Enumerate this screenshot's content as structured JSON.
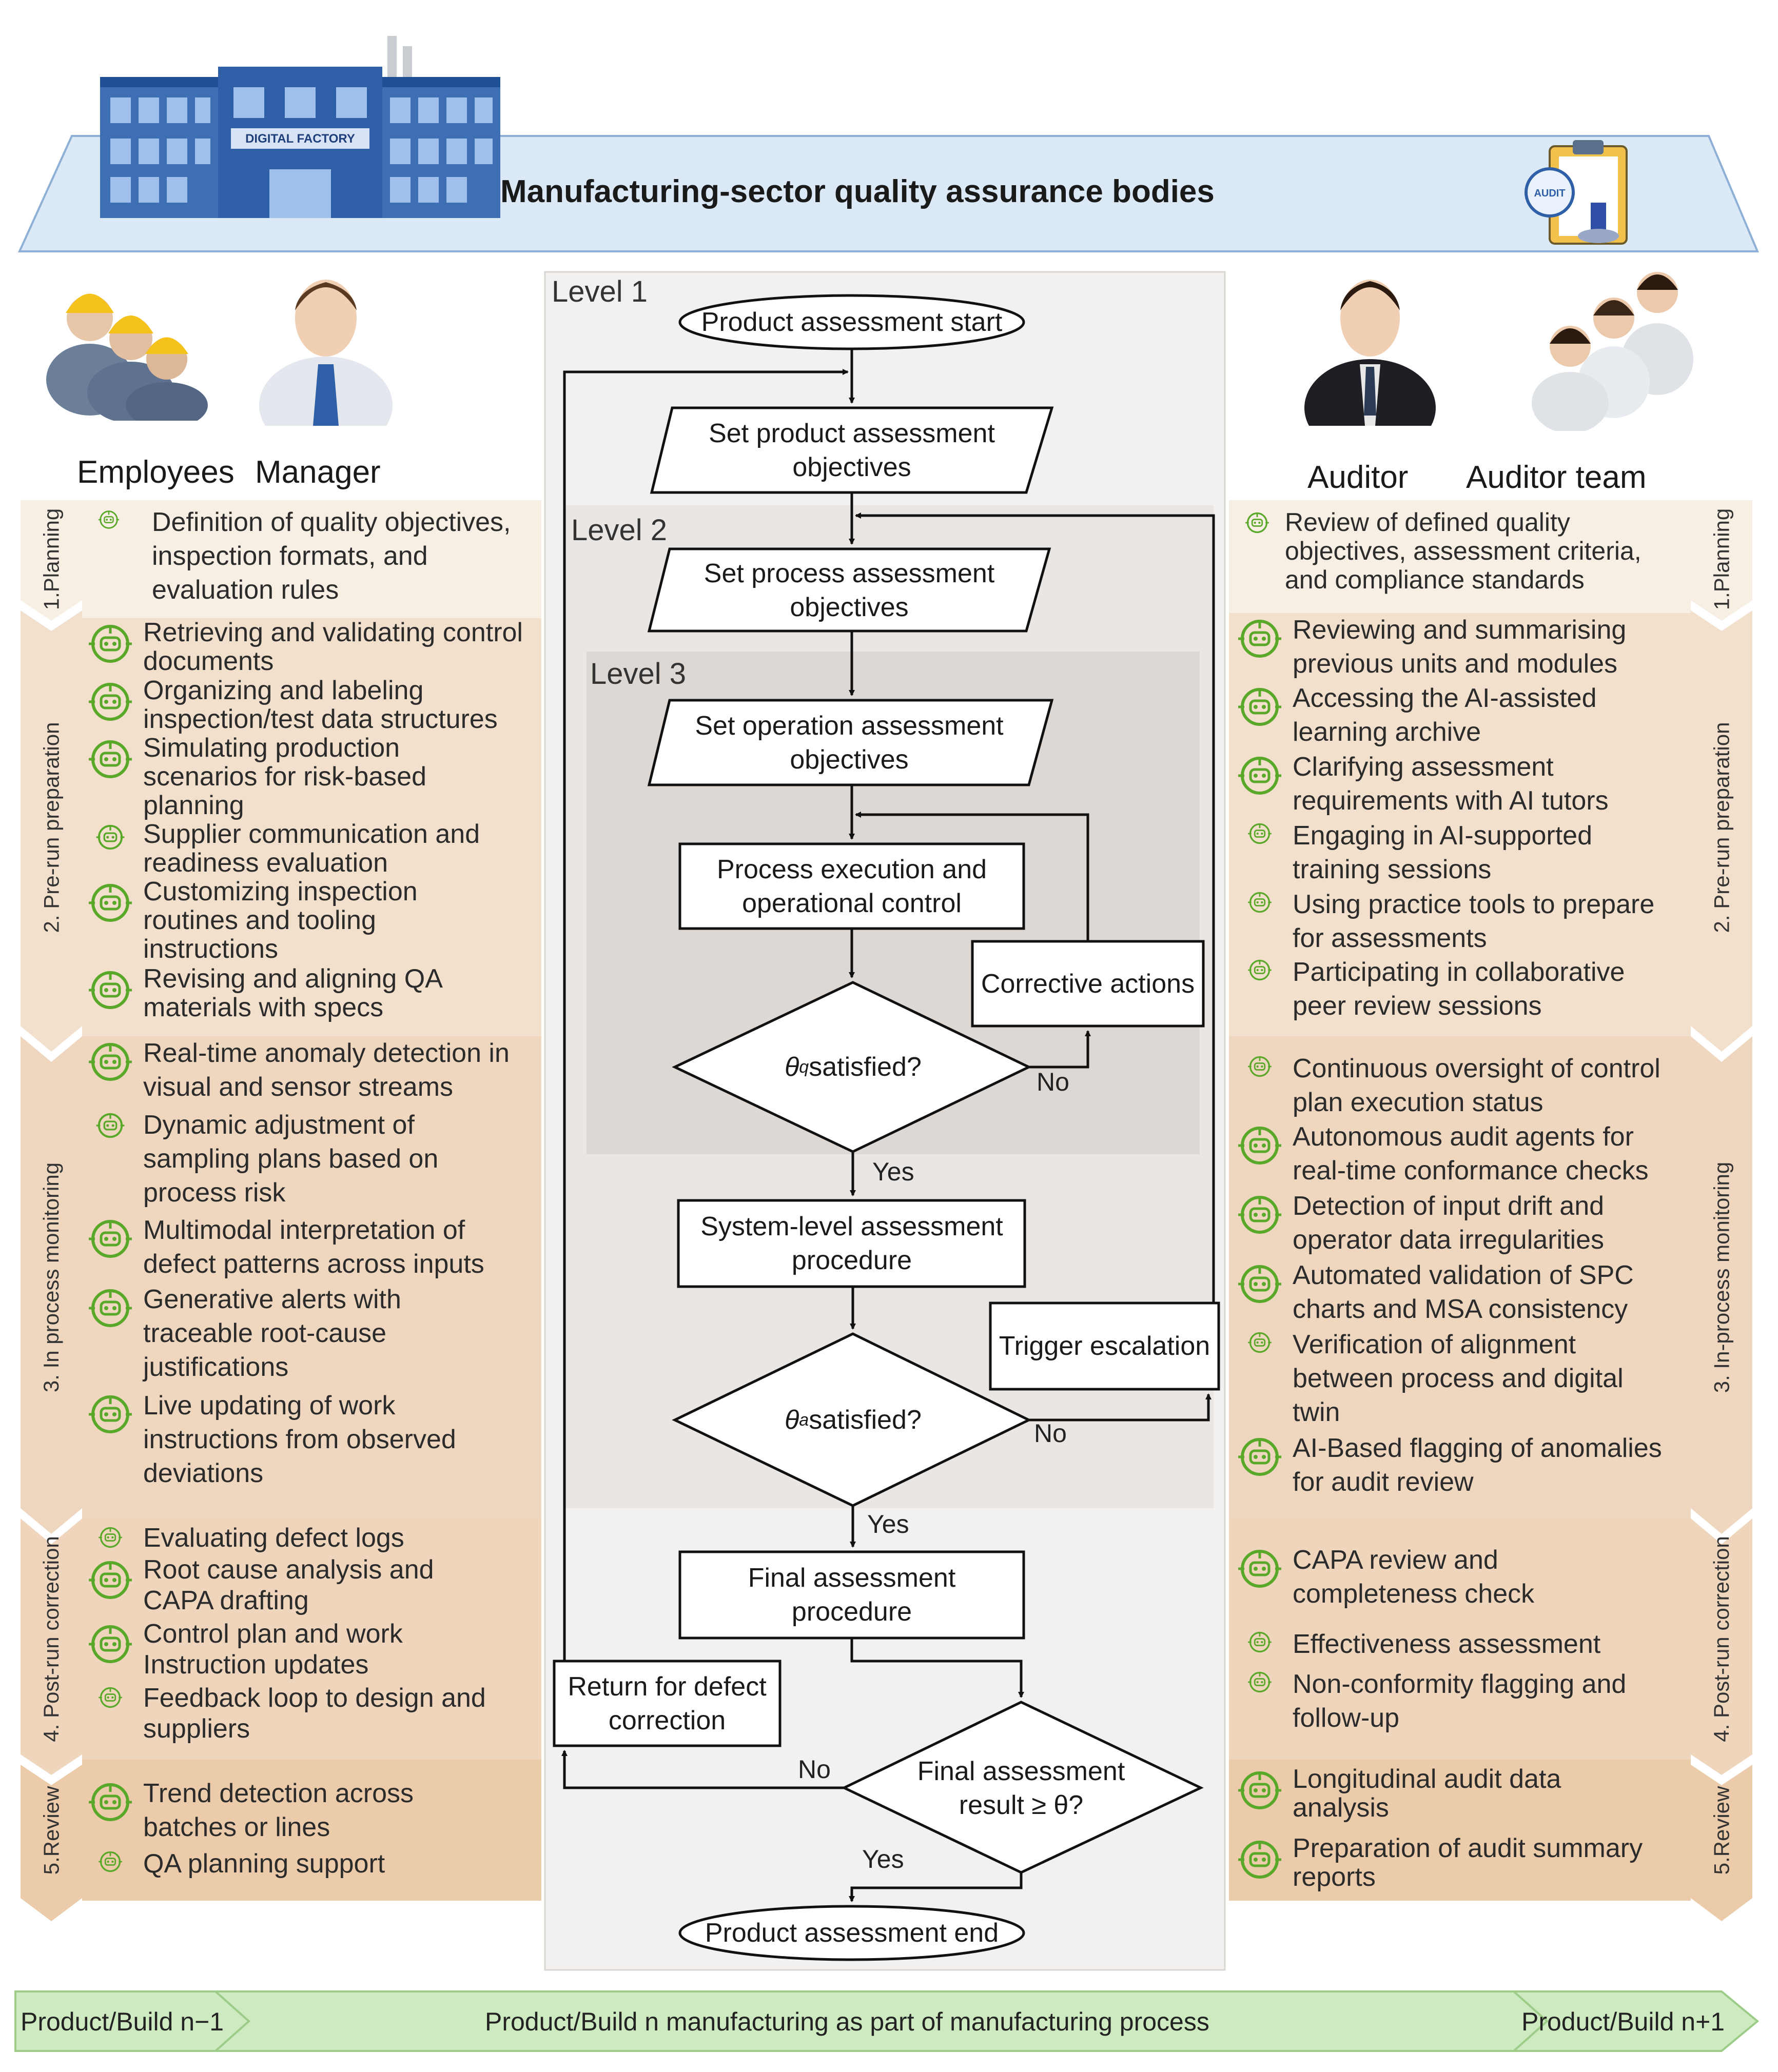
{
  "banner": {
    "title": "Manufacturing-sector quality assurance bodies",
    "factory_sign": "DIGITAL FACTORY",
    "audit_sign": "AUDIT"
  },
  "roles": {
    "employees": "Employees",
    "manager": "Manager",
    "auditor": "Auditor",
    "auditor_team": "Auditor team"
  },
  "stages": {
    "planning": "1.Planning",
    "prerun": "2. Pre-run preparation",
    "inprocess_left": "3. In process monitoring",
    "inprocess_right": "3. In-process monitoring",
    "postrun": "4. Post-run correction",
    "review": "5.Review"
  },
  "left_items": [
    "Definition of quality objectives, inspection formats, and evaluation rules",
    "Retrieving and validating control documents",
    "Organizing and labeling inspection/test data structures",
    "Simulating production scenarios for risk-based planning",
    "Supplier communication and readiness evaluation",
    "Customizing inspection routines and tooling instructions",
    "Revising and aligning QA materials with specs",
    "Real-time anomaly detection in visual and sensor streams",
    "Dynamic adjustment of sampling plans based on process risk",
    "Multimodal interpretation of defect patterns across inputs",
    "Generative alerts with traceable root-cause justifications",
    "Live updating of work instructions from observed deviations",
    "Evaluating defect logs",
    "Root cause analysis and CAPA drafting",
    "Control plan and work Instruction updates",
    "Feedback loop to design and suppliers",
    "Trend detection across batches or lines",
    "QA planning support"
  ],
  "right_items": [
    "Review of defined quality objectives, assessment criteria, and compliance standards",
    "Reviewing and summarising previous units and modules",
    "Accessing the AI-assisted learning archive",
    "Clarifying assessment requirements with AI tutors",
    "Engaging in AI-supported training sessions",
    "Using practice tools to prepare for assessments",
    "Participating in collaborative peer review sessions",
    "Continuous oversight of control plan execution status",
    "Autonomous audit agents for real-time conformance checks",
    "Detection of input drift and operator data irregularities",
    "Automated validation of SPC charts and MSA consistency",
    "Verification of alignment between process and digital twin",
    "AI-Based flagging of anomalies for audit review",
    "CAPA review and completeness check",
    "Effectiveness assessment",
    "Non-conformity flagging and follow-up",
    "Longitudinal audit data analysis",
    "Preparation of audit summary reports"
  ],
  "flow": {
    "level1": "Level 1",
    "level2": "Level 2",
    "level3": "Level 3",
    "start": "Product assessment start",
    "product_obj": "Set product assessment objectives",
    "process_obj": "Set process assessment objectives",
    "operation_obj": "Set operation assessment objectives",
    "process_exec": "Process execution and operational control",
    "corrective": "Corrective actions",
    "theta_q": "θq satisfied?",
    "theta_q_main": "θ",
    "theta_q_sub": "q",
    "theta_q_rest": " satisfied?",
    "theta_a_main": "θ",
    "theta_a_sub": "a",
    "theta_a_rest": " satisfied?",
    "system_proc": "System-level assessment procedure",
    "trigger": "Trigger escalation",
    "final_proc": "Final assessment procedure",
    "return_defect": "Return for defect correction",
    "final_result": "Final assessment result ≥ θ?",
    "end": "Product assessment end",
    "yes": "Yes",
    "no": "No"
  },
  "bottom": {
    "prev": "Product/Build n−1",
    "current": "Product/Build n manufacturing as part of manufacturing process",
    "next": "Product/Build n+1"
  },
  "colors": {
    "band1": "#f8efe4",
    "band2": "#f3e0cc",
    "band3": "#efd7bf",
    "band4": "#eed5bc",
    "band5": "#ebcba9",
    "banner": "#dbe8f6",
    "flow_bg": "#f2f1ef",
    "level2_bg": "#e9e6e3",
    "level3_bg": "#ddd8d4",
    "green": "#5aa82a",
    "bottom_green": "#cdeac0"
  }
}
